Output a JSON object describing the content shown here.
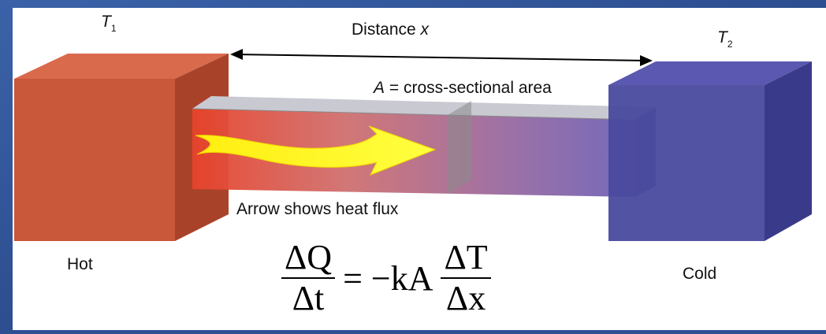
{
  "labels": {
    "t1_letter": "T",
    "t1_sub": "1",
    "t2_letter": "T",
    "t2_sub": "2",
    "distance_prefix": "Distance ",
    "distance_var": "x",
    "area_var": "A",
    "area_text": " = cross-sectional area",
    "arrow_caption": "Arrow shows heat flux",
    "hot": "Hot",
    "cold": "Cold"
  },
  "equation": {
    "lhs_num": "ΔQ",
    "lhs_den": "Δt",
    "middle": "= −kA",
    "rhs_num": "ΔT",
    "rhs_den": "Δx"
  },
  "colors": {
    "hot_block": "#c9573a",
    "cold_block": "#4a4a9e",
    "arrow": "#ffff00",
    "background": "#2f4f93"
  }
}
